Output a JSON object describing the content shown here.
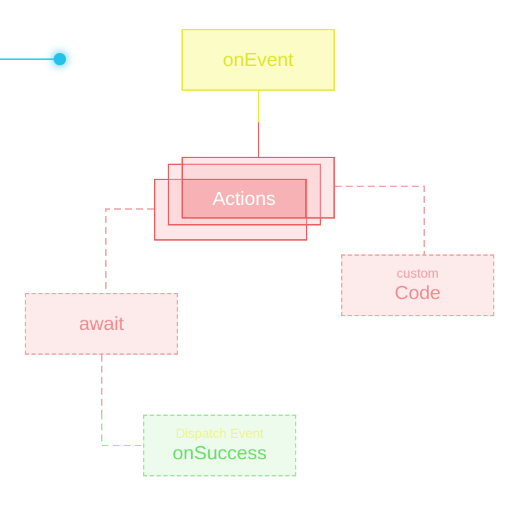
{
  "diagram": {
    "nodes": {
      "on_event": {
        "label": "onEvent"
      },
      "actions": {
        "label": "Actions"
      },
      "custom_code": {
        "sublabel": "custom",
        "label": "Code"
      },
      "await": {
        "label": "await"
      },
      "on_success": {
        "sublabel": "Dispatch Event",
        "label": "onSuccess"
      }
    },
    "edges": [
      {
        "from": "on_event",
        "to": "actions",
        "style": "solid"
      },
      {
        "from": "actions",
        "to": "custom_code",
        "style": "dashed"
      },
      {
        "from": "actions",
        "to": "await",
        "style": "dashed"
      },
      {
        "from": "await",
        "to": "on_success",
        "style": "dashed"
      }
    ],
    "colors": {
      "event_node": "#e6ea3a",
      "actions_node": "#ee5c63",
      "child_node": "#f2a3a6",
      "success_node": "#9be69b",
      "indicator": "#23c2ea"
    }
  }
}
